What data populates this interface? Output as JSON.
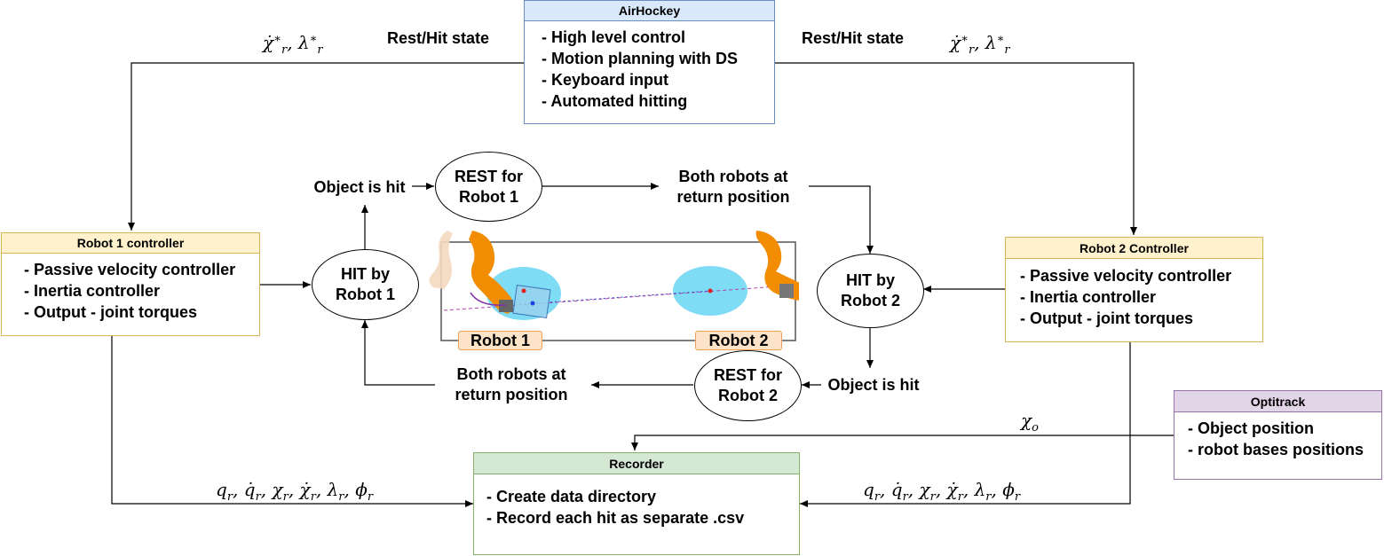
{
  "airhockey": {
    "title": "AirHockey",
    "items": [
      "- High level control",
      "- Motion planning with DS",
      "- Keyboard input",
      "- Automated hitting"
    ]
  },
  "robot1_controller": {
    "title": "Robot 1 controller",
    "items": [
      "- Passive velocity controller",
      "- Inertia controller",
      "- Output - joint torques"
    ]
  },
  "robot2_controller": {
    "title": "Robot 2 Controller",
    "items": [
      "- Passive velocity controller",
      "- Inertia controller",
      "- Output - joint torques"
    ]
  },
  "optitrack": {
    "title": "Optitrack",
    "items": [
      "- Object position",
      "- robot bases positions"
    ]
  },
  "recorder": {
    "title": "Recorder",
    "items": [
      "- Create data directory",
      "- Record each hit as separate .csv"
    ]
  },
  "states": {
    "hit_robot1": "HIT by Robot 1",
    "hit_robot2": "HIT by Robot 2",
    "rest_robot1": "REST for Robot 1",
    "rest_robot2": "REST for Robot 2"
  },
  "transitions": {
    "object_hit_top": "Object is hit",
    "object_hit_bottom": "Object is hit",
    "both_return_top": "Both robots at return position",
    "both_return_bottom": "Both robots at return position"
  },
  "edge_labels": {
    "rest_hit_left": "Rest/Hit state",
    "rest_hit_right": "Rest/Hit state"
  },
  "scene": {
    "robot1_label": "Robot 1",
    "robot2_label": "Robot 2"
  },
  "colors": {
    "airhockey_fill": "#dae8fc",
    "airhockey_stroke": "#6c8ebf",
    "controller_fill": "#fff2cc",
    "controller_stroke": "#d6b656",
    "optitrack_fill": "#e1d5e7",
    "optitrack_stroke": "#9673a6",
    "recorder_fill": "#d5e8d4",
    "recorder_stroke": "#82b366",
    "robot_orange": "#f28c00",
    "puck_zone": "#7fdcf5"
  }
}
